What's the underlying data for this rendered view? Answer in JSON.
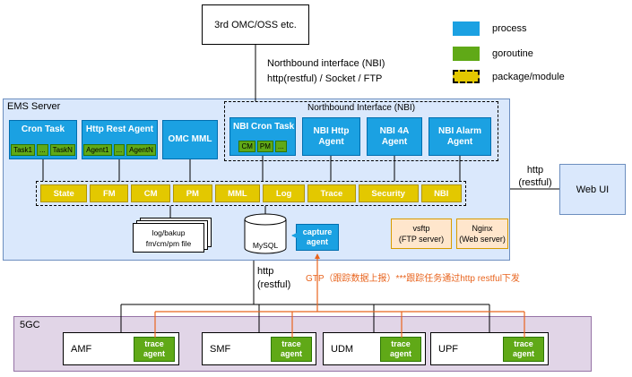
{
  "colors": {
    "process": "#1ba1e2",
    "goroutine": "#60a917",
    "package": "#e3c800",
    "ems_bg": "#dae8fc",
    "fivegc_bg": "#e1d5e7",
    "server_box": "#ffe6cc",
    "orange_line": "#e8641e"
  },
  "external": {
    "label": "3rd OMC/OSS etc."
  },
  "legend": {
    "items": [
      {
        "label": "process"
      },
      {
        "label": "goroutine"
      },
      {
        "label": "package/module"
      }
    ]
  },
  "nbi_note": {
    "line1": "Northbound interface (NBI)",
    "line2": "http(restful) / Socket / FTP"
  },
  "ems": {
    "title": "EMS Server",
    "cron_task": {
      "label": "Cron Task",
      "cells": [
        "Task1",
        "...",
        "TaskN"
      ]
    },
    "http_rest_agent": {
      "label": "Http Rest Agent",
      "cells": [
        "Agent1",
        "...",
        "AgentN"
      ]
    },
    "omc_mml": {
      "label": "OMC MML"
    },
    "nbi_group": {
      "title": "Northbound Interface (NBI)",
      "nbi_cron_task": {
        "label": "NBI Cron Task",
        "cells": [
          "CM",
          "PM",
          "..."
        ]
      },
      "nbi_http_agent": {
        "label": "NBI Http Agent"
      },
      "nbi_4a_agent": {
        "label": "NBI 4A Agent"
      },
      "nbi_alarm_agent": {
        "label": "NBI Alarm Agent"
      }
    },
    "modules": [
      "State",
      "FM",
      "CM",
      "PM",
      "MML",
      "Log",
      "Trace",
      "Security",
      "NBI"
    ],
    "file_store": {
      "line1": "log/bakup",
      "line2": "fm/cm/pm file"
    },
    "database": {
      "label": "MySQL"
    },
    "capture_agent": {
      "label": "capture agent"
    },
    "vsftp": {
      "line1": "vsftp",
      "line2": "(FTP server)"
    },
    "nginx": {
      "line1": "Nginx",
      "line2": "(Web server)"
    }
  },
  "web_ui": {
    "label": "Web UI"
  },
  "labels": {
    "http_right_1": "http",
    "http_right_2": "(restful)",
    "http_bottom_1": "http",
    "http_bottom_2": "(restful)",
    "gtp_note": "GTP（跟踪数据上报）***跟踪任务通过http restful下发"
  },
  "fivegc": {
    "title": "5GC",
    "nodes": [
      {
        "label": "AMF",
        "agent": "trace agent"
      },
      {
        "label": "SMF",
        "agent": "trace agent"
      },
      {
        "label": "UDM",
        "agent": "trace agent"
      },
      {
        "label": "UPF",
        "agent": "trace agent"
      }
    ]
  }
}
